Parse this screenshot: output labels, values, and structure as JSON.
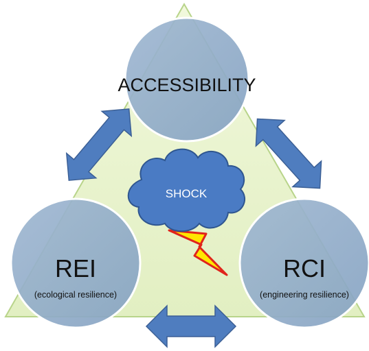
{
  "nodes": {
    "accessibility": {
      "label": "ACCESSIBILITY"
    },
    "rei": {
      "label": "REI",
      "sublabel": "(ecological resilience)"
    },
    "rci": {
      "label": "RCI",
      "sublabel": "(engineering resilience)"
    }
  },
  "shock": {
    "label": "SHOCK"
  },
  "colors": {
    "triangle_fill": "#e6f2c7",
    "triangle_stroke": "#b8d48a",
    "circle_fill": "#8fa9c6",
    "circle_stroke": "#ffffff",
    "arrow_fill": "#4f7dbf",
    "arrow_stroke": "#3b5f95",
    "cloud_fill": "#4a7bc4",
    "cloud_stroke": "#2f568f",
    "lightning_fill": "#ffe600",
    "lightning_stroke": "#e0241c"
  }
}
